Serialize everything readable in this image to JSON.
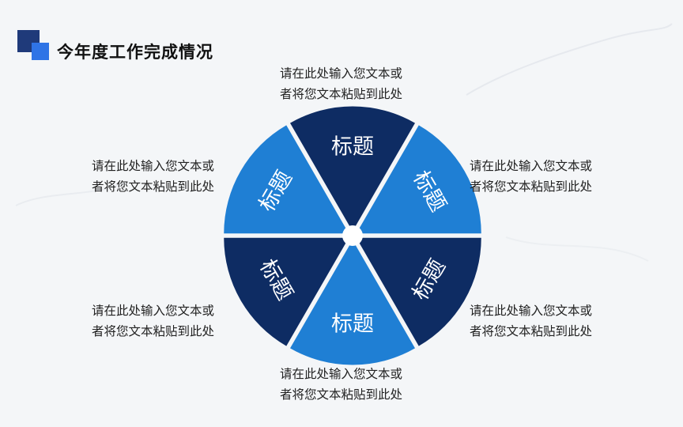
{
  "header": {
    "title": "今年度工作完成情况"
  },
  "wheel": {
    "colors": {
      "dark": "#0e2c63",
      "light": "#1f7fd4",
      "hub": "#ffffff"
    },
    "segments": [
      {
        "label": "标题",
        "tone": "dark"
      },
      {
        "label": "标题",
        "tone": "light"
      },
      {
        "label": "标题",
        "tone": "dark"
      },
      {
        "label": "标题",
        "tone": "light"
      },
      {
        "label": "标题",
        "tone": "dark"
      },
      {
        "label": "标题",
        "tone": "light"
      }
    ]
  },
  "notes": {
    "top": {
      "line1": "请在此处输入您文本或",
      "line2": "者将您文本粘贴到此处"
    },
    "upper_right": {
      "line1": "请在此处输入您文本或",
      "line2": "者将您文本粘贴到此处"
    },
    "lower_right": {
      "line1": "请在此处输入您文本或",
      "line2": "者将您文本粘贴到此处"
    },
    "bottom": {
      "line1": "请在此处输入您文本或",
      "line2": "者将您文本粘贴到此处"
    },
    "lower_left": {
      "line1": "请在此处输入您文本或",
      "line2": "者将您文本粘贴到此处"
    },
    "upper_left": {
      "line1": "请在此处输入您文本或",
      "line2": "者将您文本粘贴到此处"
    }
  }
}
